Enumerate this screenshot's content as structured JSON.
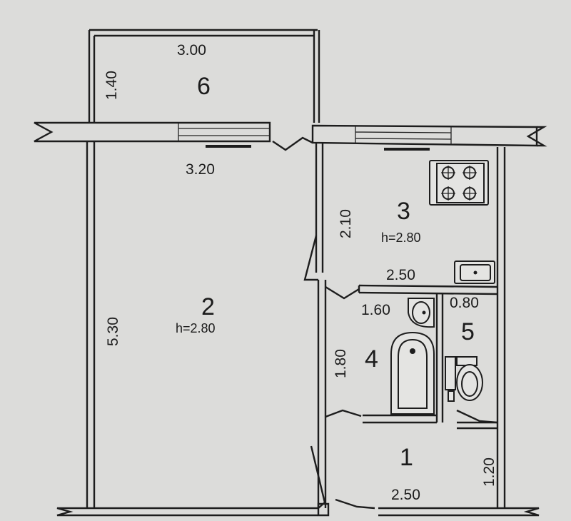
{
  "colors": {
    "paper": "#dcdcda",
    "ink": "#1d1d1d"
  },
  "rooms": [
    {
      "number": "6",
      "width": "3.00",
      "depth": "1.40"
    },
    {
      "number": "2",
      "width": "3.20",
      "depth": "5.30",
      "height": "h=2.80"
    },
    {
      "number": "3",
      "width": "2.50",
      "depth": "2.10",
      "height": "h=2.80"
    },
    {
      "number": "4",
      "width": "1.60",
      "depth": "1.80"
    },
    {
      "number": "5",
      "width": "0.80"
    },
    {
      "number": "1",
      "width": "2.50",
      "depth": "1.20"
    }
  ],
  "fixtures": [
    "stove-icon",
    "kitchen-sink-icon",
    "washbasin-icon",
    "bathtub-icon",
    "toilet-icon"
  ]
}
